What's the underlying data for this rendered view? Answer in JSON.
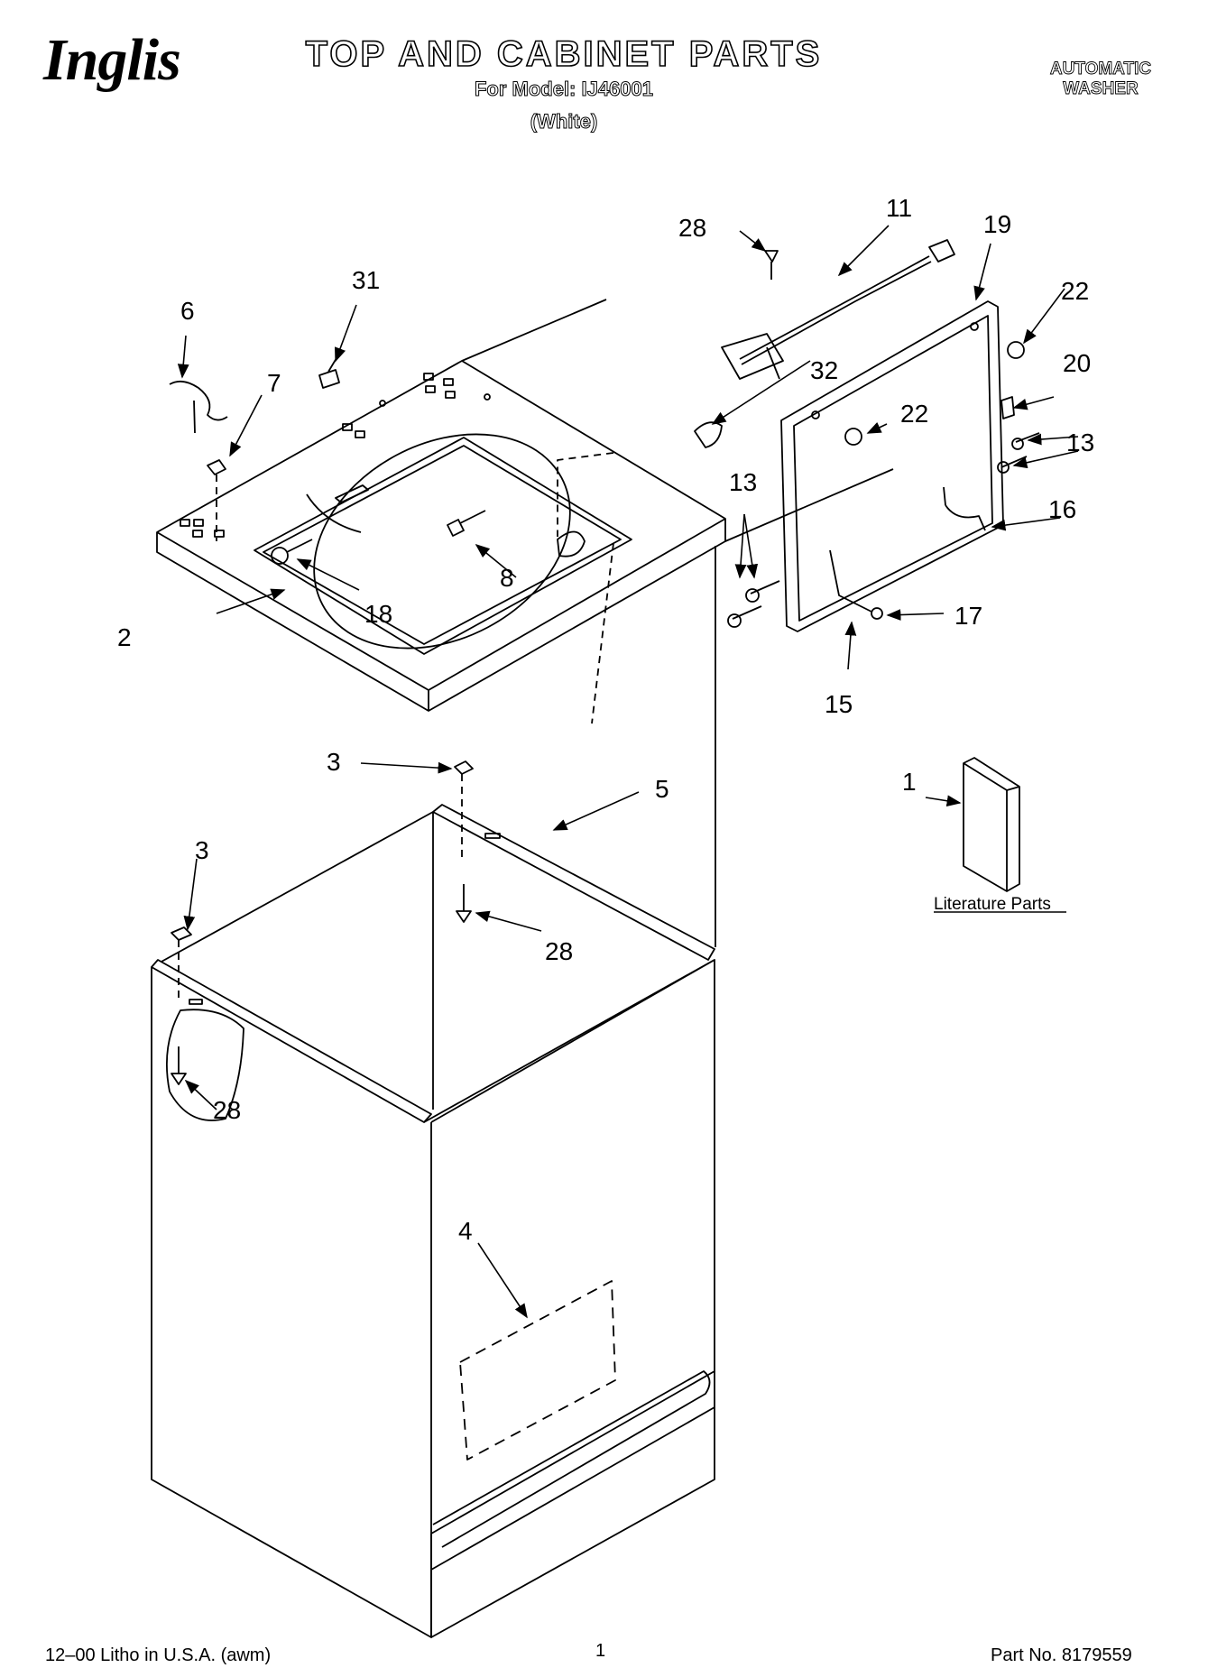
{
  "header": {
    "brand": "Inglis",
    "title": "TOP AND CABINET PARTS",
    "model_line": "For Model: IJ46001",
    "color_line": "(White)",
    "product_line1": "AUTOMATIC",
    "product_line2": "WASHER"
  },
  "callouts": {
    "c1": "1",
    "c2": "2",
    "c3a": "3",
    "c3b": "3",
    "c4": "4",
    "c5": "5",
    "c6": "6",
    "c7": "7",
    "c8": "8",
    "c11": "11",
    "c13a": "13",
    "c13b": "13",
    "c15": "15",
    "c16": "16",
    "c17": "17",
    "c18": "18",
    "c19": "19",
    "c20": "20",
    "c22a": "22",
    "c22b": "22",
    "c28a": "28",
    "c28b": "28",
    "c28c": "28",
    "c31": "31",
    "c32": "32"
  },
  "literature_label": "Literature Parts",
  "footer": {
    "left": "12–00 Litho in U.S.A. (awm)",
    "page": "1",
    "part": "Part No. 8179559"
  }
}
